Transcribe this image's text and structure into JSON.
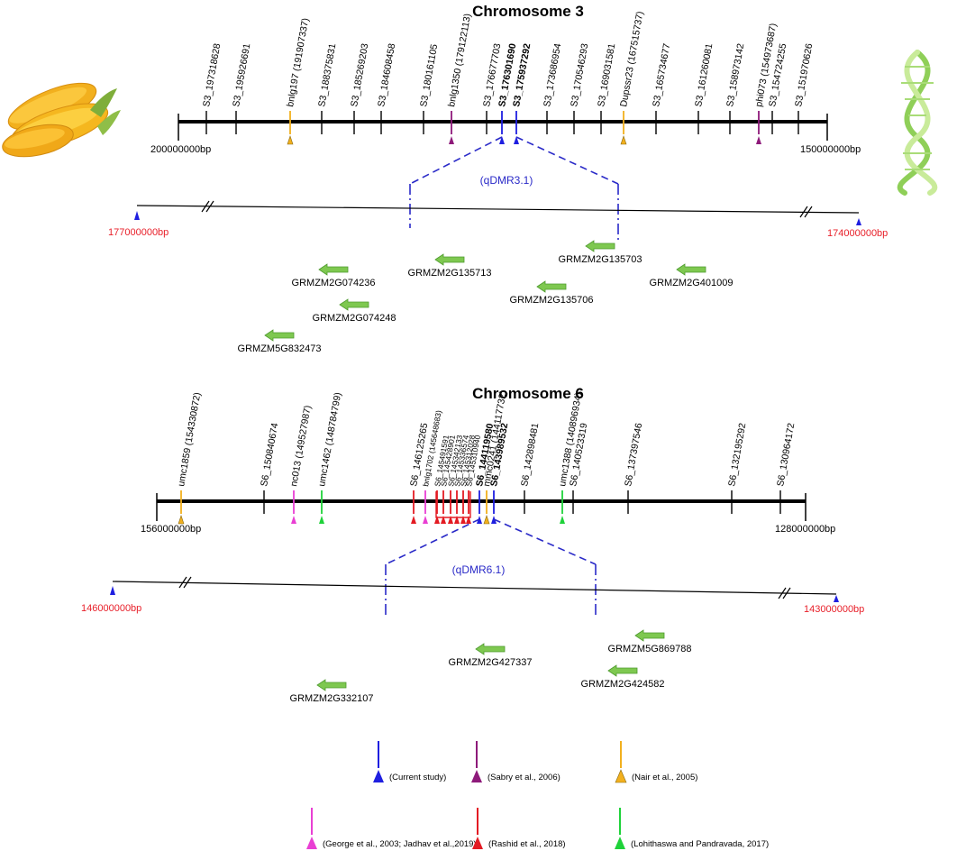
{
  "colors": {
    "current": "#1f1fe0",
    "sabry": "#8e1a7a",
    "nair": "#f2b01e",
    "george": "#e93fd3",
    "rashid": "#e31b23",
    "lohithaswa": "#1fd23a",
    "gene_arrow": "#7ec850",
    "gene_arrow_stroke": "#4e9a2e",
    "region": "#2a2ac8",
    "bp_red": "#e8202a"
  },
  "icons": {
    "left": "corn-cobs-icon",
    "right": "dna-helix-icon"
  },
  "chr3": {
    "title": "Chromosome 3",
    "left_end": "200000000bp",
    "right_end": "150000000bp",
    "markers": [
      {
        "label": "S3_197318628",
        "src": "plain",
        "bold": false
      },
      {
        "label": "S3_195926691",
        "src": "plain",
        "bold": false
      },
      {
        "label": "bnlg197 (191907337)",
        "src": "nair",
        "bold": false
      },
      {
        "label": "S3_188375831",
        "src": "plain",
        "bold": false
      },
      {
        "label": "S3_185269203",
        "src": "plain",
        "bold": false
      },
      {
        "label": "S3_184608458",
        "src": "plain",
        "bold": false
      },
      {
        "label": "S3_180161105",
        "src": "plain",
        "bold": false
      },
      {
        "label": "bnlg1350 (179122113)",
        "src": "sabry",
        "bold": false
      },
      {
        "label": "S3_176677703",
        "src": "plain",
        "bold": false
      },
      {
        "label": "S3_176301690",
        "src": "current",
        "bold": true
      },
      {
        "label": "S3_175937292",
        "src": "current",
        "bold": true
      },
      {
        "label": "S3_173686954",
        "src": "plain",
        "bold": false
      },
      {
        "label": "S3_170546293",
        "src": "plain",
        "bold": false
      },
      {
        "label": "S3_169031581",
        "src": "plain",
        "bold": false
      },
      {
        "label": "Dupssr23 (167515737)",
        "src": "nair",
        "bold": false
      },
      {
        "label": "S3_165734677",
        "src": "plain",
        "bold": false
      },
      {
        "label": "S3_161260081",
        "src": "plain",
        "bold": false
      },
      {
        "label": "S3_158973142",
        "src": "plain",
        "bold": false
      },
      {
        "label": "phi073 (154973687)",
        "src": "sabry",
        "bold": false
      },
      {
        "label": "S3_154724255",
        "src": "plain",
        "bold": false
      },
      {
        "label": "S3_151970626",
        "src": "plain",
        "bold": false
      }
    ],
    "zoom": {
      "qtl": "(qDMR3.1)",
      "left_bp": "177000000bp",
      "right_bp": "174000000bp",
      "genes": [
        {
          "name": "GRMZM2G135703"
        },
        {
          "name": "GRMZM2G135713"
        },
        {
          "name": "GRMZM2G074236"
        },
        {
          "name": "GRMZM2G401009"
        },
        {
          "name": "GRMZM2G135706"
        },
        {
          "name": "GRMZM2G074248"
        },
        {
          "name": "GRMZM5G832473"
        }
      ]
    }
  },
  "chr6": {
    "title": "Chromosome 6",
    "left_end": "156000000bp",
    "right_end": "128000000bp",
    "markers": [
      {
        "label": "umc1859 (154330872)",
        "src": "nair",
        "bold": false,
        "small": false
      },
      {
        "label": "S6_150840674",
        "src": "plain",
        "bold": false,
        "small": false
      },
      {
        "label": "nc013 (149527987)",
        "src": "george",
        "bold": false,
        "small": false
      },
      {
        "label": "umc1462 (148784799)",
        "src": "lohithaswa",
        "bold": false,
        "small": false
      },
      {
        "label": "S6_146125265",
        "src": "rashid",
        "bold": false,
        "small": false
      },
      {
        "label": "bnlg1702 (145648683)",
        "src": "george",
        "bold": false,
        "small": true
      },
      {
        "label": "S6_145491591",
        "src": "rashid",
        "bold": false,
        "small": true
      },
      {
        "label": "S6_145428901",
        "src": "rashid",
        "bold": false,
        "small": true
      },
      {
        "label": "S6_145342133",
        "src": "rashid",
        "bold": false,
        "small": true
      },
      {
        "label": "S6_145336574",
        "src": "rashid",
        "bold": false,
        "small": true
      },
      {
        "label": "S6_145312028",
        "src": "rashid",
        "bold": false,
        "small": true
      },
      {
        "label": "S6_145310940",
        "src": "rashid",
        "bold": false,
        "small": true
      },
      {
        "label": "S6_144119580",
        "src": "current",
        "bold": true,
        "small": false
      },
      {
        "label": "mmc0241 (144117732)",
        "src": "nair",
        "bold": false,
        "small": false
      },
      {
        "label": "S6_143989532",
        "src": "current",
        "bold": true,
        "small": false
      },
      {
        "label": "S6_142898481",
        "src": "plain",
        "bold": false,
        "small": false
      },
      {
        "label": "umc1388 (140896934)",
        "src": "lohithaswa",
        "bold": false,
        "small": false
      },
      {
        "label": "S6_140523319",
        "src": "plain",
        "bold": false,
        "small": false
      },
      {
        "label": "S6_137397546",
        "src": "plain",
        "bold": false,
        "small": false
      },
      {
        "label": "S6_132195292",
        "src": "plain",
        "bold": false,
        "small": false
      },
      {
        "label": "S6_130964172",
        "src": "plain",
        "bold": false,
        "small": false
      }
    ],
    "zoom": {
      "qtl": "(qDMR6.1)",
      "left_bp": "146000000bp",
      "right_bp": "143000000bp",
      "genes": [
        {
          "name": "GRMZM5G869788"
        },
        {
          "name": "GRMZM2G427337"
        },
        {
          "name": "GRMZM2G424582"
        },
        {
          "name": "GRMZM2G332107"
        }
      ]
    }
  },
  "legend": [
    {
      "key": "current",
      "text": "(Current study)"
    },
    {
      "key": "sabry",
      "text": "(Sabry et al., 2006)"
    },
    {
      "key": "nair",
      "text": "(Nair et al., 2005)"
    },
    {
      "key": "george",
      "text": "(George et al., 2003; Jadhav et al.,2019)"
    },
    {
      "key": "rashid",
      "text": "(Rashid et al., 2018)"
    },
    {
      "key": "lohithaswa",
      "text": "(Lohithaswa and  Pandravada, 2017)"
    }
  ]
}
